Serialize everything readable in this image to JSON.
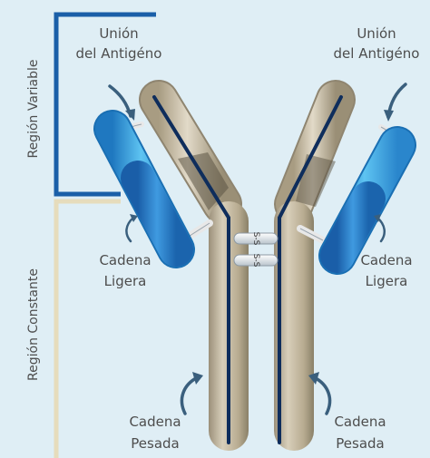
{
  "labels": {
    "region_variable": "Región Variable",
    "region_constant": "Región Constante",
    "union_left": [
      "Unión",
      "del Antigéno"
    ],
    "union_right": [
      "Unión",
      "del Antigéno"
    ],
    "light_left": [
      "Cadena",
      "Ligera"
    ],
    "light_right": [
      "Cadena",
      "Ligera"
    ],
    "heavy_left": [
      "Cadena",
      "Pesada"
    ],
    "heavy_right": [
      "Cadena",
      "Pesada"
    ],
    "disulfide_top": "S-S",
    "disulfide_bottom": "S-S"
  },
  "colors": {
    "background": "#dfeef5",
    "variable_bracket": "#1a5fa8",
    "constant_bracket": "#e6dcbc",
    "heavy_chain": "#b6aa8e",
    "heavy_stripe": "#0e2d5c",
    "light_chain": "#2a8fd0",
    "label_text": "#4d4d4d",
    "arrow": "#3a5f7d"
  }
}
